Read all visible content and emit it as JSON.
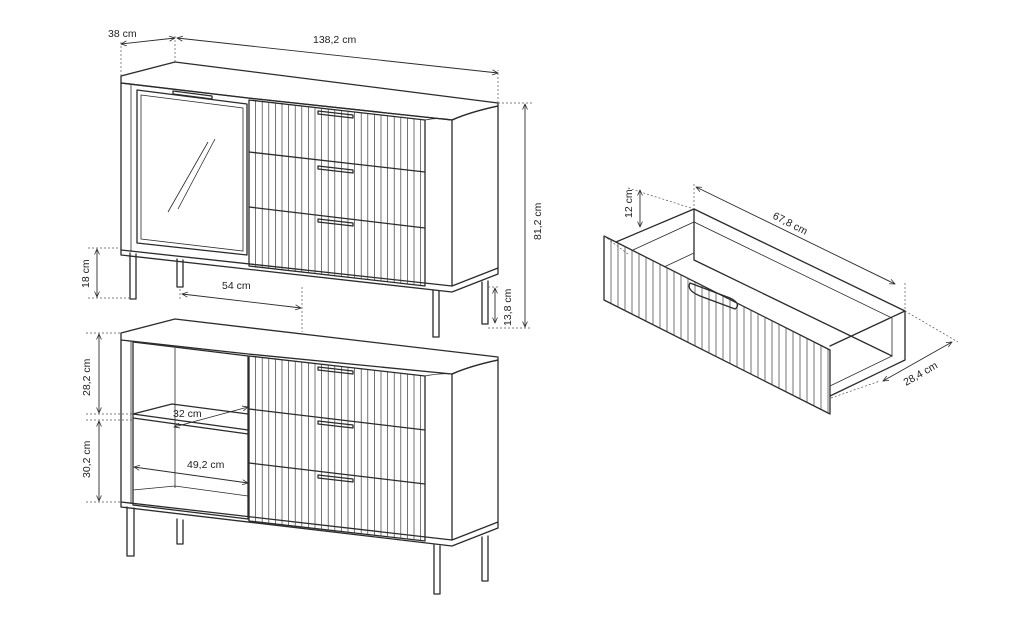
{
  "dimensions": {
    "depth": "38 cm",
    "width": "138,2 cm",
    "height": "81,2 cm",
    "leg_height": "18 cm",
    "inner_width_top": "54 cm",
    "floor_clearance": "13,8 cm",
    "upper_compartment_height": "28,2 cm",
    "shelf_depth": "32 cm",
    "lower_compartment_height": "30,2 cm",
    "inner_width_bottom": "49,2 cm",
    "drawer_height": "12 cm",
    "drawer_length": "67,8 cm",
    "drawer_depth": "28,4 cm"
  },
  "colors": {
    "line": "#2b2b2b",
    "background": "#ffffff"
  }
}
